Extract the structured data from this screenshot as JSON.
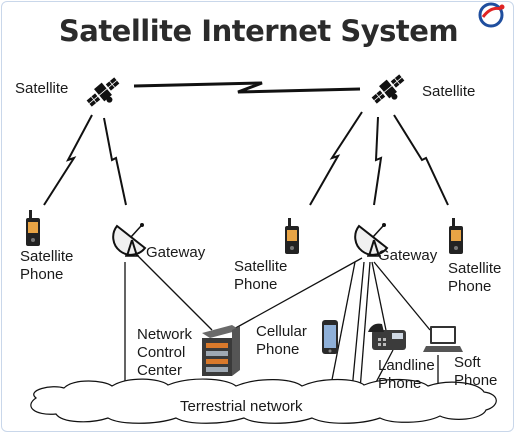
{
  "title": "Satellite Internet System",
  "labels": {
    "satellite_left": "Satellite",
    "satellite_right": "Satellite",
    "satellite_phone_1": "Satellite\nPhone",
    "satellite_phone_2": "Satellite\nPhone",
    "satellite_phone_3": "Satellite\nPhone",
    "gateway_left": "Gateway",
    "gateway_right": "Gateway",
    "network_control_center": "Network\nControl\nCenter",
    "cellular_phone": "Cellular\nPhone",
    "landline_phone": "Landline\nPhone",
    "soft_phone": "Soft\nPhone",
    "terrestrial_network": "Terrestrial network"
  },
  "colors": {
    "ink": "#111111",
    "title": "#2b2b2b",
    "logo_blue": "#1f4e9e",
    "logo_red": "#e02424",
    "server": "#3a3a3a"
  },
  "icons": [
    "satellite-icon",
    "satellite-dish-icon",
    "satellite-phone-icon",
    "server-icon",
    "mobile-phone-icon",
    "landline-phone-icon",
    "laptop-icon",
    "lightning-link-icon",
    "brand-logo-icon"
  ]
}
